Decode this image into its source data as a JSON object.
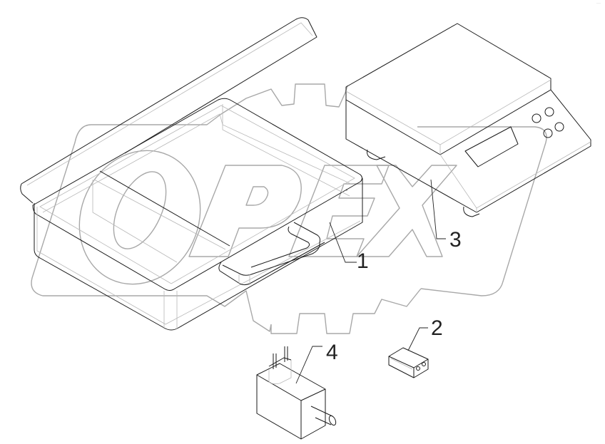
{
  "diagram": {
    "type": "exploded-parts-view",
    "watermark": {
      "text": "OPEX",
      "color": "#a8a8a8"
    },
    "line_color": "#1a1a1a",
    "corner_mark": "···",
    "parts": [
      {
        "number": "1",
        "name": "carrying-case"
      },
      {
        "number": "2",
        "name": "plug-adapter"
      },
      {
        "number": "3",
        "name": "electronic-scale"
      },
      {
        "number": "4",
        "name": "power-adapter"
      }
    ]
  },
  "callouts": {
    "c1": "1",
    "c2": "2",
    "c3": "3",
    "c4": "4"
  }
}
